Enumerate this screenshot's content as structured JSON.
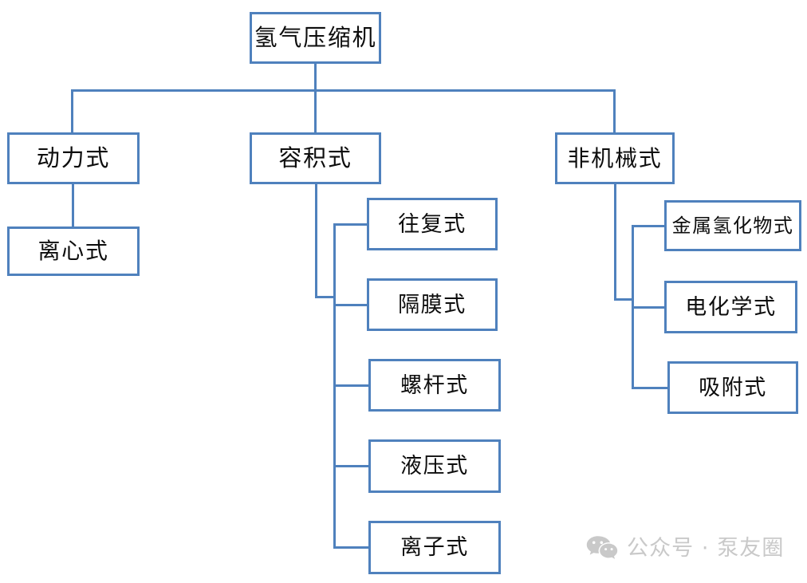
{
  "diagram": {
    "type": "tree",
    "title": "氢气压缩机",
    "root": {
      "id": "root",
      "label": "氢气压缩机"
    },
    "level1": [
      {
        "id": "dynamic",
        "label": "动力式"
      },
      {
        "id": "volumetric",
        "label": "容积式"
      },
      {
        "id": "nonmech",
        "label": "非机械式"
      }
    ],
    "dynamic_children": [
      {
        "id": "centrifugal",
        "label": "离心式"
      }
    ],
    "volumetric_children": [
      {
        "id": "reciprocating",
        "label": "往复式"
      },
      {
        "id": "diaphragm",
        "label": "隔膜式"
      },
      {
        "id": "screw",
        "label": "螺杆式"
      },
      {
        "id": "hydraulic",
        "label": "液压式"
      },
      {
        "id": "ionic",
        "label": "离子式"
      }
    ],
    "nonmech_children": [
      {
        "id": "metal-hydride",
        "label": "金属氢化物式"
      },
      {
        "id": "electrochemical",
        "label": "电化学式"
      },
      {
        "id": "adsorption",
        "label": "吸附式"
      }
    ]
  },
  "style": {
    "border_color": "#4f81bd",
    "connector_color": "#4f81bd",
    "box_fill": "#ffffff",
    "text_color": "#0d0d0d",
    "background": "#ffffff",
    "watermark_color": "#c9c9c9"
  },
  "watermark": {
    "icon": "wechat-icon",
    "text": "公众号 · 泵友圈"
  }
}
